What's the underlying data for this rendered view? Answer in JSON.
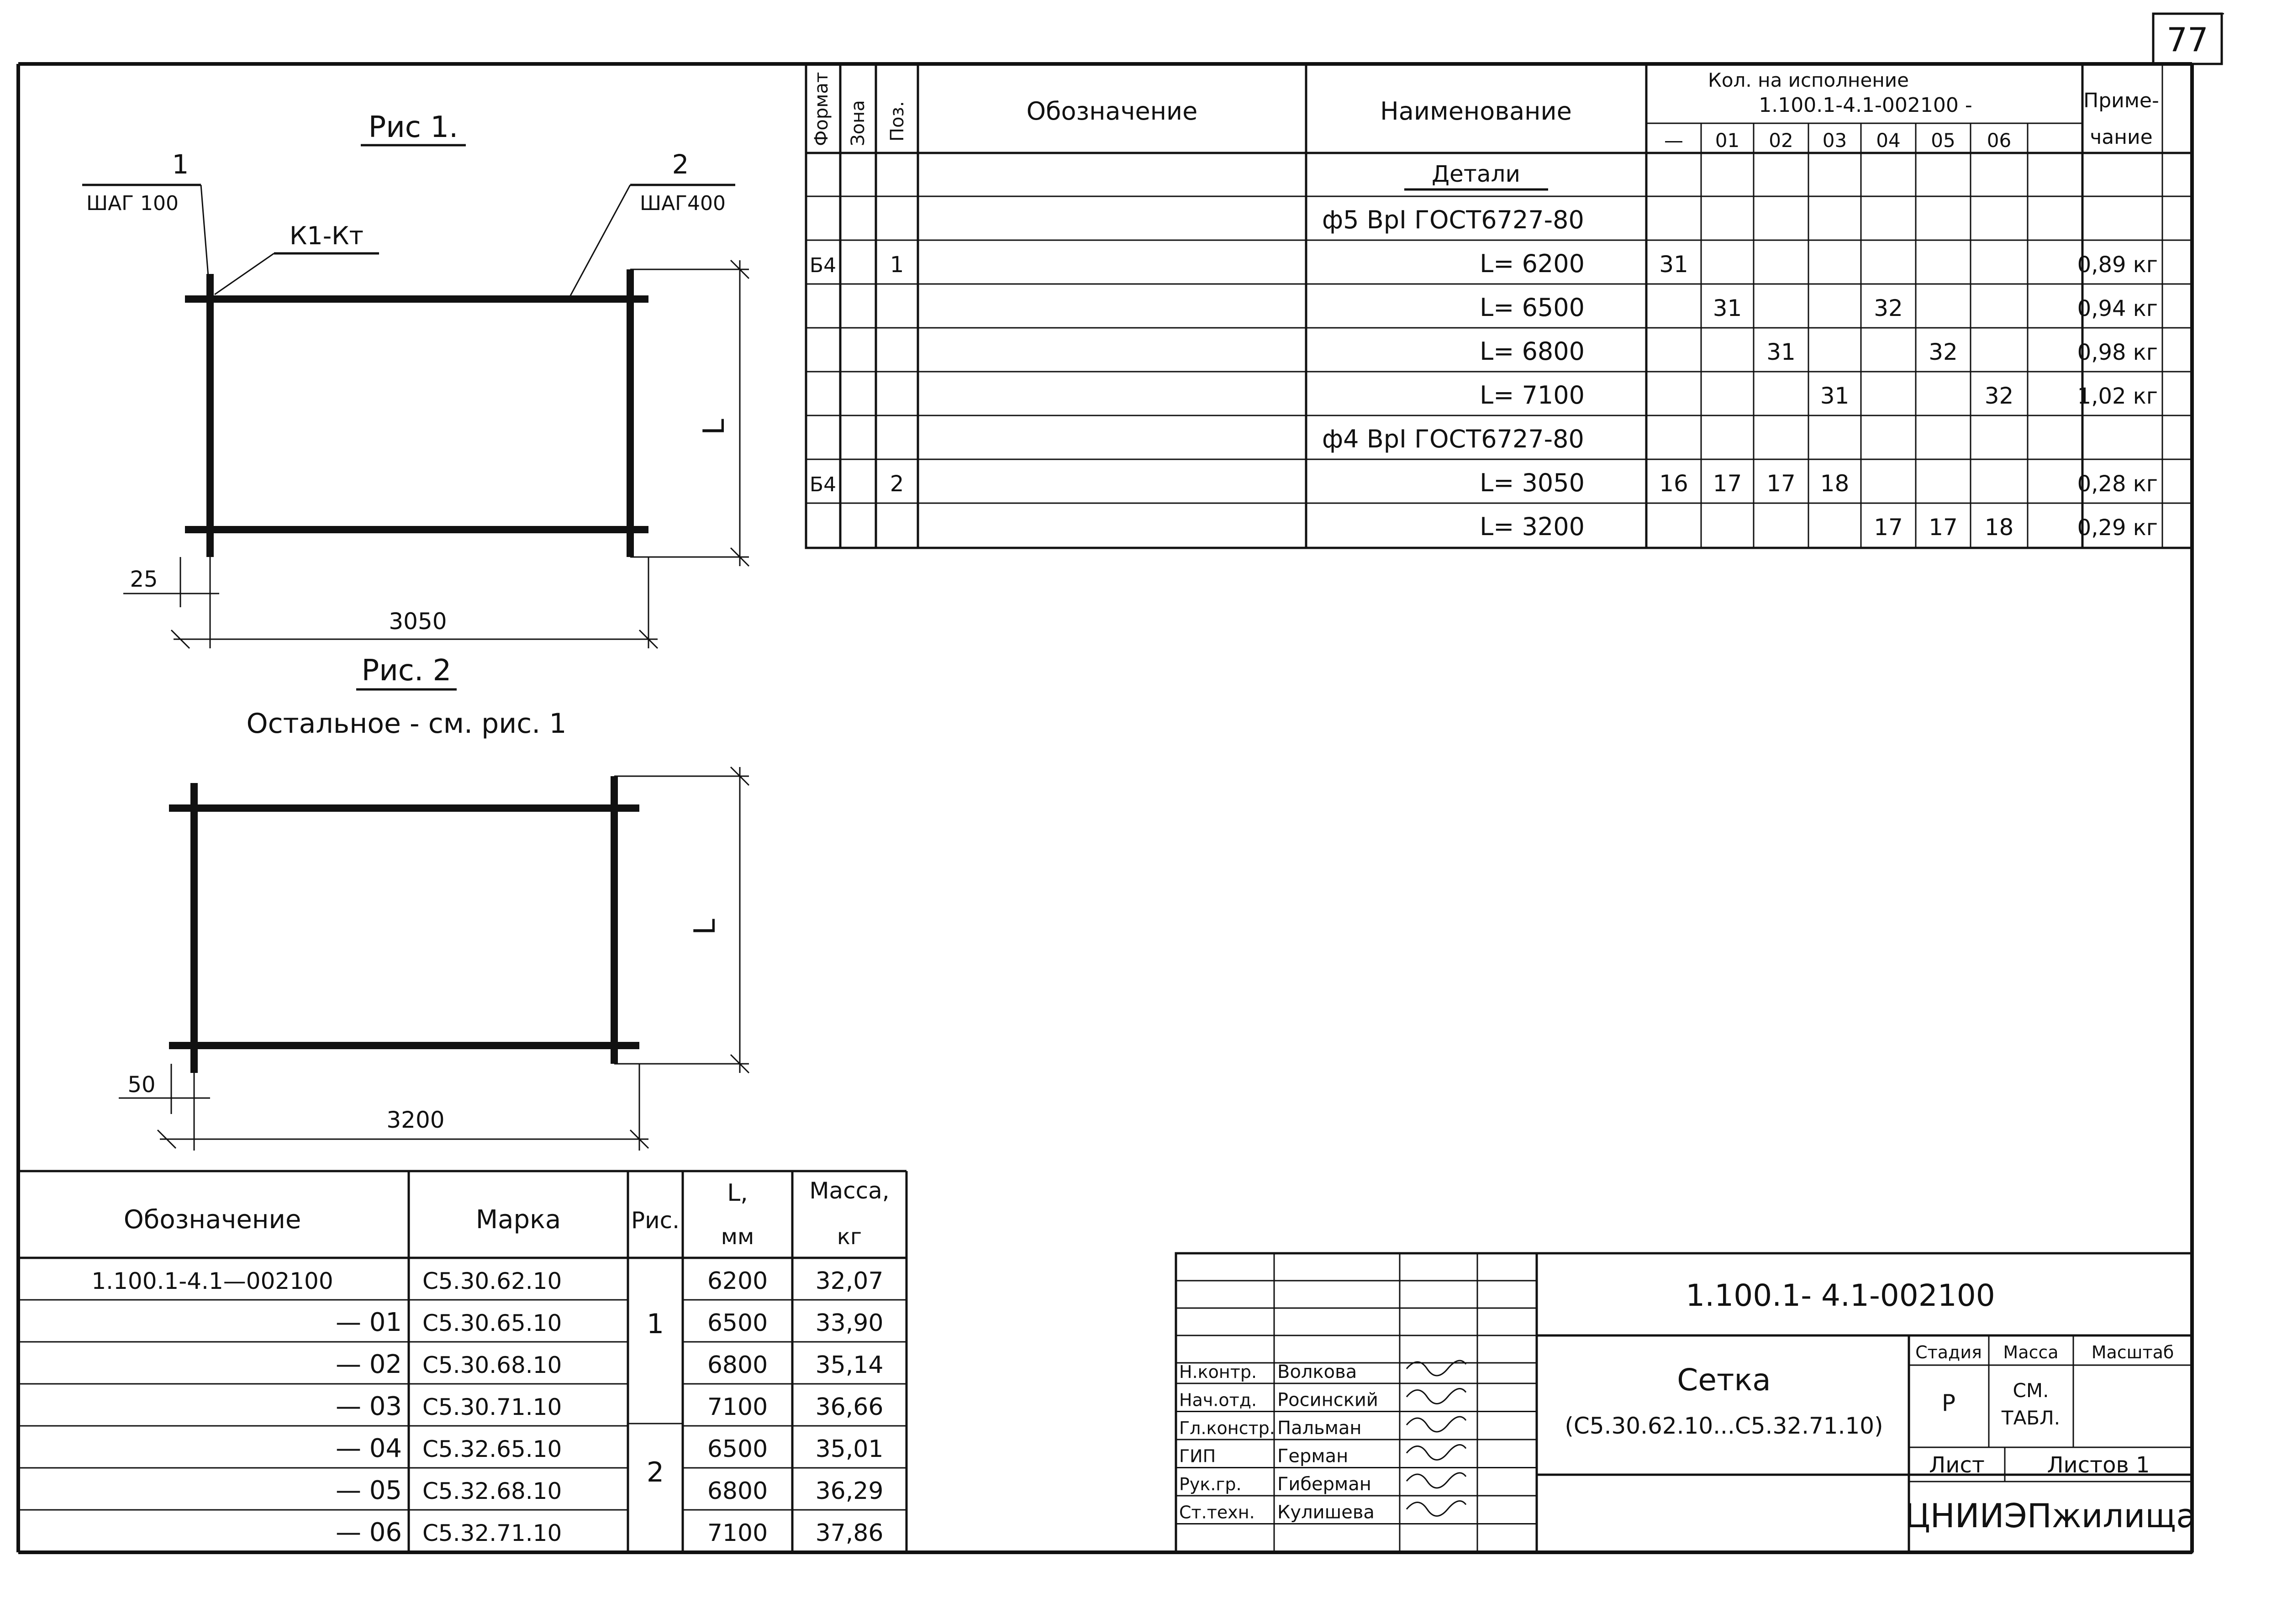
{
  "page_number": "77",
  "fig1": {
    "title": "Рис 1.",
    "callout_left_num": "1",
    "callout_left_step": "ШАГ 100",
    "callout_right_num": "2",
    "callout_right_step": "ШАГ400",
    "weld_label": "К1-Кт",
    "dim_l": "L",
    "dim_offset": "25",
    "dim_width": "3050"
  },
  "fig2": {
    "title": "Рис. 2",
    "note": "Остальное - см. рис. 1",
    "dim_l": "L",
    "dim_offset": "50",
    "dim_width": "3200"
  },
  "spec": {
    "headers": {
      "format": "Формат",
      "zone": "Зона",
      "pos": "Поз.",
      "designation": "Обозначение",
      "name": "Наименование",
      "qty_title": "Кол. на исполнение",
      "qty_code": "1.100.1-4.1-002100 -",
      "note_top": "Приме-",
      "note_bottom": "чание",
      "variants": [
        "—",
        "01",
        "02",
        "03",
        "04",
        "05",
        "06",
        ""
      ]
    },
    "section_title": "Детали",
    "rows": [
      {
        "format": "",
        "zone": "",
        "pos": "",
        "desig": "",
        "name": "ф5 ВрI  ГОСТ6727-80",
        "q": [
          "",
          "",
          "",
          "",
          "",
          "",
          "",
          ""
        ],
        "note": ""
      },
      {
        "format": "Б4",
        "zone": "",
        "pos": "1",
        "desig": "",
        "name": "L= 6200",
        "q": [
          "31",
          "",
          "",
          "",
          "",
          "",
          "",
          ""
        ],
        "note": "0,89 кг"
      },
      {
        "format": "",
        "zone": "",
        "pos": "",
        "desig": "",
        "name": "L= 6500",
        "q": [
          "",
          "31",
          "",
          "",
          "32",
          "",
          "",
          ""
        ],
        "note": "0,94 кг"
      },
      {
        "format": "",
        "zone": "",
        "pos": "",
        "desig": "",
        "name": "L= 6800",
        "q": [
          "",
          "",
          "31",
          "",
          "",
          "32",
          "",
          ""
        ],
        "note": "0,98 кг"
      },
      {
        "format": "",
        "zone": "",
        "pos": "",
        "desig": "",
        "name": "L= 7100",
        "q": [
          "",
          "",
          "",
          "31",
          "",
          "",
          "32",
          ""
        ],
        "note": "1,02 кг"
      },
      {
        "format": "",
        "zone": "",
        "pos": "",
        "desig": "",
        "name": "ф4 ВрI  ГОСТ6727-80",
        "q": [
          "",
          "",
          "",
          "",
          "",
          "",
          "",
          ""
        ],
        "note": ""
      },
      {
        "format": "Б4",
        "zone": "",
        "pos": "2",
        "desig": "",
        "name": "L= 3050",
        "q": [
          "16",
          "17",
          "17",
          "18",
          "",
          "",
          "",
          ""
        ],
        "note": "0,28 кг"
      },
      {
        "format": "",
        "zone": "",
        "pos": "",
        "desig": "",
        "name": "L= 3200",
        "q": [
          "",
          "",
          "",
          "",
          "17",
          "17",
          "18",
          ""
        ],
        "note": "0,29 кг"
      }
    ]
  },
  "marks": {
    "headers": {
      "designation": "Обозначение",
      "mark": "Марка",
      "fig": "Рис.",
      "len_top": "L,",
      "len_bottom": "мм",
      "mass_top": "Масса,",
      "mass_bottom": "кг"
    },
    "rows": [
      {
        "designation": "1.100.1-4.1—002100",
        "mark": "С5.30.62.10",
        "len": "6200",
        "mass": "32,07"
      },
      {
        "designation": "— 01",
        "mark": "С5.30.65.10",
        "len": "6500",
        "mass": "33,90"
      },
      {
        "designation": "— 02",
        "mark": "С5.30.68.10",
        "len": "6800",
        "mass": "35,14"
      },
      {
        "designation": "— 03",
        "mark": "С5.30.71.10",
        "len": "7100",
        "mass": "36,66"
      },
      {
        "designation": "— 04",
        "mark": "С5.32.65.10",
        "len": "6500",
        "mass": "35,01"
      },
      {
        "designation": "— 05",
        "mark": "С5.32.68.10",
        "len": "6800",
        "mass": "36,29"
      },
      {
        "designation": "— 06",
        "mark": "С5.32.71.10",
        "len": "7100",
        "mass": "37,86"
      }
    ],
    "fig_groups": [
      "1",
      "2"
    ]
  },
  "title_block": {
    "code": "1.100.1- 4.1-002100",
    "title": "Сетка",
    "subtitle": "(С5.30.62.10...С5.32.71.10)",
    "stage_label": "Стадия",
    "mass_label": "Масса",
    "scale_label": "Масштаб",
    "stage_value": "Р",
    "mass_value_1": "СМ.",
    "mass_value_2": "ТАБЛ.",
    "sheet_label": "Лист",
    "sheets_label": "Листов 1",
    "org": "ЦНИИЭПжилища",
    "signers": [
      {
        "role": "Н.контр.",
        "name": "Волкова"
      },
      {
        "role": "Нач.отд.",
        "name": "Росинский"
      },
      {
        "role": "Гл.констр.",
        "name": "Пальман"
      },
      {
        "role": "ГИП",
        "name": "Герман"
      },
      {
        "role": "Рук.гр.",
        "name": "Гиберман"
      },
      {
        "role": "Ст.техн.",
        "name": "Кулишева"
      }
    ]
  }
}
